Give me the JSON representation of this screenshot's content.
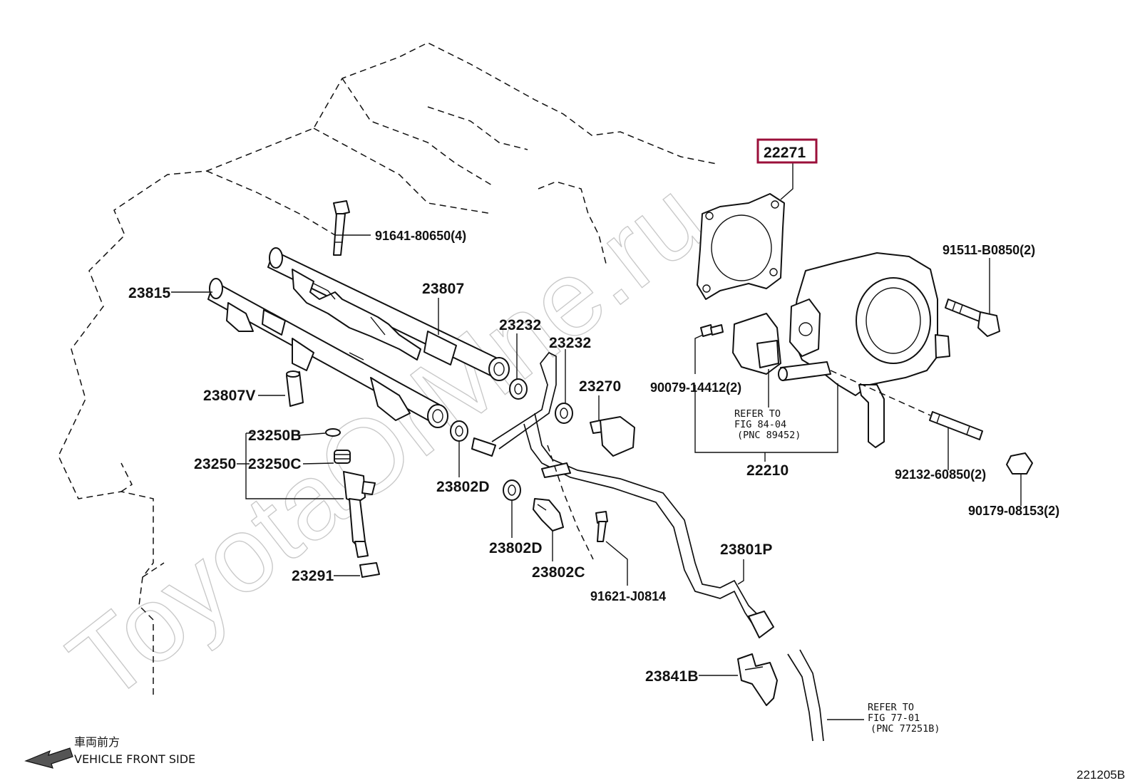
{
  "watermark": "ToyotaOrMne.ru",
  "highlight_color": "#9b0f3a",
  "labels": {
    "p22271": "22271",
    "p91641": "91641-80650(4)",
    "p23807": "23807",
    "p23815": "23815",
    "p23232a": "23232",
    "p23232b": "23232",
    "p23270": "23270",
    "p23807V": "23807V",
    "p23250B": "23250B",
    "p23250": "23250",
    "p23250C": "23250C",
    "p23802Da": "23802D",
    "p23802Db": "23802D",
    "p23802C": "23802C",
    "p23291": "23291",
    "p91621": "91621-J0814",
    "p23801P": "23801P",
    "p23841B": "23841B",
    "p91511": "91511-B0850(2)",
    "p90079": "90079-14412(2)",
    "p22210": "22210",
    "p92132": "92132-60850(2)",
    "p90179": "90179-08153(2)"
  },
  "refs": {
    "ref1": [
      "REFER TO",
      "FIG 84-04",
      "(PNC 89452)"
    ],
    "ref2": [
      "REFER TO",
      "FIG 77-01",
      "(PNC 77251B)"
    ]
  },
  "footer": {
    "direction_jp": "車両前方",
    "direction_en": "VEHICLE FRONT SIDE",
    "figure_code": "221205B"
  }
}
